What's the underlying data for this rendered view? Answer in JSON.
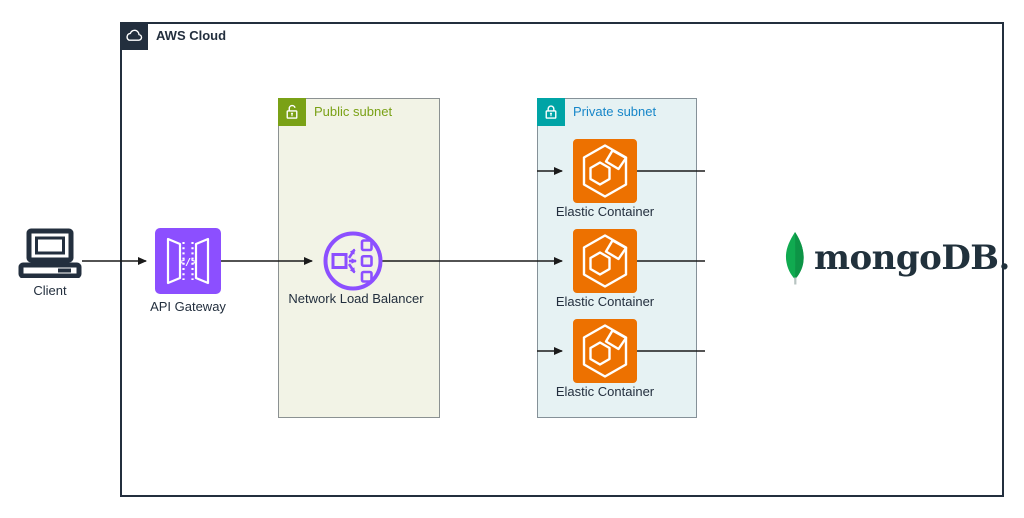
{
  "groups": {
    "aws_cloud": {
      "label": "AWS Cloud"
    },
    "public_subnet": {
      "label": "Public subnet"
    },
    "private_subnet": {
      "label": "Private subnet"
    }
  },
  "nodes": {
    "client": {
      "label": "Client"
    },
    "api_gateway": {
      "label": "API Gateway"
    },
    "load_balancer": {
      "label": "Network Load Balancer"
    },
    "containers": [
      {
        "label": "Elastic Container"
      },
      {
        "label": "Elastic Container"
      },
      {
        "label": "Elastic Container"
      }
    ],
    "mongodb": {
      "label": "mongoDB."
    }
  },
  "colors": {
    "aws_border": "#232F3E",
    "purple": "#8C4FFF",
    "public_green": "#7AA116",
    "public_subnet_bg": "#F2F3E6",
    "private_teal": "#00A4A6",
    "private_label_blue": "#1787C9",
    "private_subnet_bg": "#E6F2F3",
    "ecs_orange": "#ED7100",
    "mongo_green": "#10AA50",
    "mongo_green_dark": "#0D9446",
    "mongo_text": "#21313C",
    "connector": "#1A1A1A"
  }
}
